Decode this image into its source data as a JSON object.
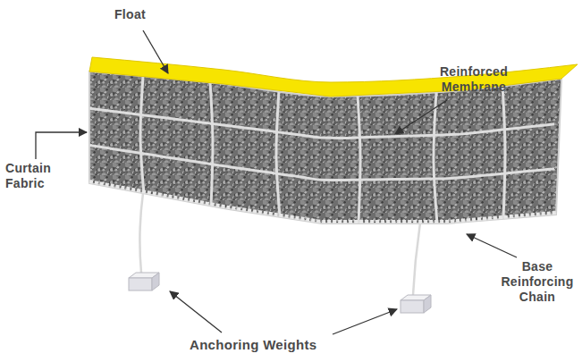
{
  "diagram": {
    "labels": [
      "Float",
      "Reinforced Membrane",
      "Curtain Fabric",
      "Base Reinforcing Chain",
      "Anchoring Weights"
    ]
  }
}
